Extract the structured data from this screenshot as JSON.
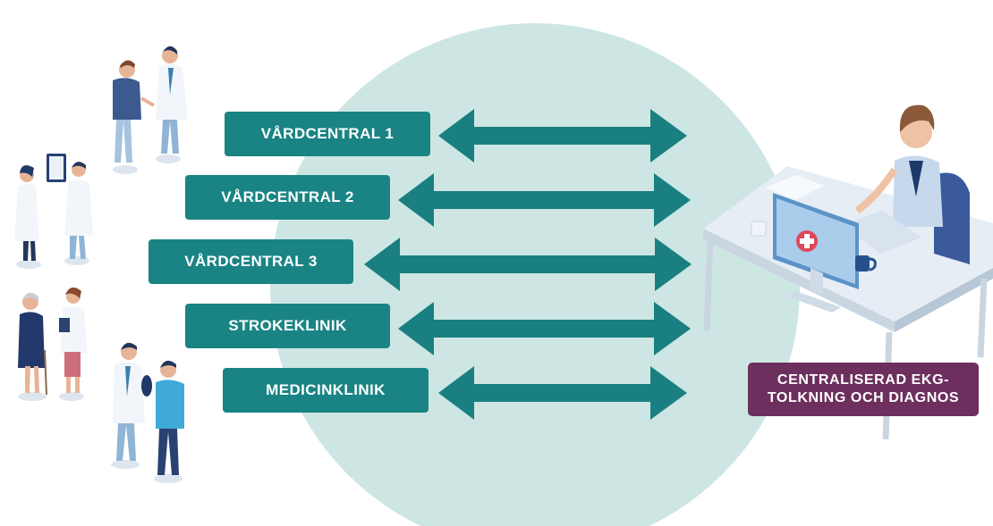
{
  "colors": {
    "node_fill": "#1a8484",
    "arrow_fill": "#1a7f80",
    "circle_fill": "#cde6e3",
    "hub_fill": "#6d2f5e"
  },
  "nodes": [
    {
      "label": "VÅRDCENTRAL 1"
    },
    {
      "label": "VÅRDCENTRAL 2"
    },
    {
      "label": "VÅRDCENTRAL 3"
    },
    {
      "label": "STROKEKLINIK"
    },
    {
      "label": "MEDICINKLINIK"
    }
  ],
  "hub": {
    "line1": "CENTRALISERAD EKG-",
    "line2": "TOLKNING OCH DIAGNOS"
  },
  "icons": {
    "groups": [
      "doctor-patient-handshake-icon",
      "doctor-tablet-icon",
      "elderly-patient-nurse-icon",
      "doctor-young-patient-icon"
    ],
    "central": "ecg-reader-workstation-icon"
  }
}
